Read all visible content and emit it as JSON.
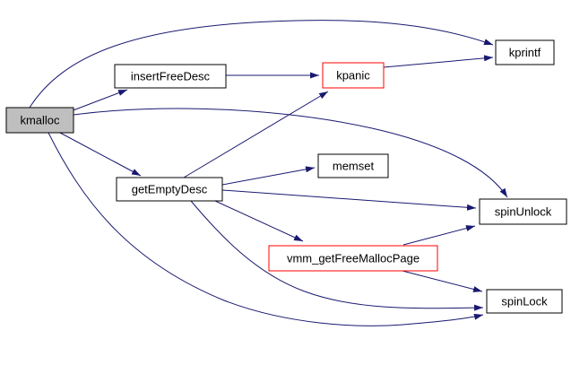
{
  "graph": {
    "type": "call-graph",
    "root": "kmalloc",
    "nodes": [
      {
        "id": "kmalloc",
        "label": "kmalloc",
        "style": "root"
      },
      {
        "id": "insertFreeDesc",
        "label": "insertFreeDesc",
        "style": "normal"
      },
      {
        "id": "kpanic",
        "label": "kpanic",
        "style": "highlighted-red"
      },
      {
        "id": "kprintf",
        "label": "kprintf",
        "style": "normal"
      },
      {
        "id": "getEmptyDesc",
        "label": "getEmptyDesc",
        "style": "normal"
      },
      {
        "id": "memset",
        "label": "memset",
        "style": "normal"
      },
      {
        "id": "spinUnlock",
        "label": "spinUnlock",
        "style": "normal"
      },
      {
        "id": "vmm_getFreeMallocPage",
        "label": "vmm_getFreeMallocPage",
        "style": "highlighted-red"
      },
      {
        "id": "spinLock",
        "label": "spinLock",
        "style": "normal"
      }
    ],
    "edges": [
      {
        "from": "kmalloc",
        "to": "kprintf"
      },
      {
        "from": "kmalloc",
        "to": "insertFreeDesc"
      },
      {
        "from": "kmalloc",
        "to": "getEmptyDesc"
      },
      {
        "from": "kmalloc",
        "to": "spinUnlock"
      },
      {
        "from": "kmalloc",
        "to": "spinLock"
      },
      {
        "from": "insertFreeDesc",
        "to": "kpanic"
      },
      {
        "from": "kpanic",
        "to": "kprintf"
      },
      {
        "from": "getEmptyDesc",
        "to": "kpanic"
      },
      {
        "from": "getEmptyDesc",
        "to": "memset"
      },
      {
        "from": "getEmptyDesc",
        "to": "spinUnlock"
      },
      {
        "from": "getEmptyDesc",
        "to": "vmm_getFreeMallocPage"
      },
      {
        "from": "getEmptyDesc",
        "to": "spinLock"
      },
      {
        "from": "vmm_getFreeMallocPage",
        "to": "spinUnlock"
      },
      {
        "from": "vmm_getFreeMallocPage",
        "to": "spinLock"
      }
    ],
    "colors": {
      "edge": "#191970",
      "node_border": "#000000",
      "highlight_border": "#ff0000",
      "root_fill": "#bfbfbf",
      "node_fill": "#ffffff",
      "text": "#000000",
      "background": "#ffffff"
    }
  }
}
